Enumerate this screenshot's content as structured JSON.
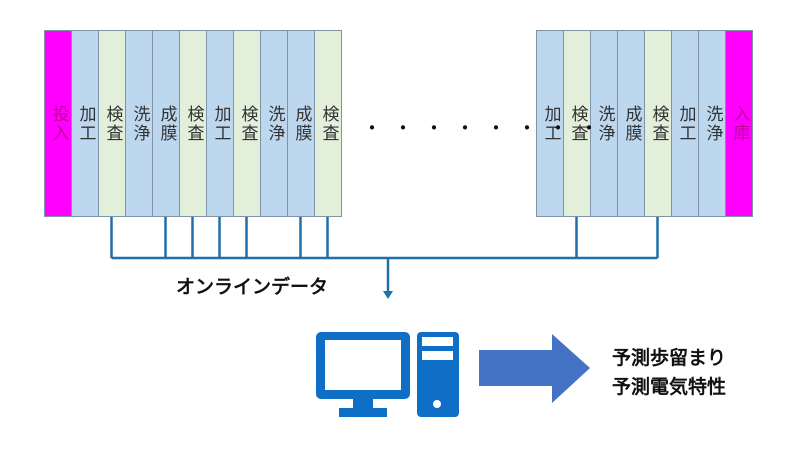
{
  "diagram": {
    "left_group": [
      {
        "label": "投入",
        "type": "endpoint",
        "connected": false
      },
      {
        "label": "加工",
        "type": "process",
        "connected": false
      },
      {
        "label": "検査",
        "type": "inspection",
        "connected": true
      },
      {
        "label": "洗浄",
        "type": "process",
        "connected": false
      },
      {
        "label": "成膜",
        "type": "process",
        "connected": true
      },
      {
        "label": "検査",
        "type": "inspection",
        "connected": true
      },
      {
        "label": "加工",
        "type": "process",
        "connected": true
      },
      {
        "label": "検査",
        "type": "inspection",
        "connected": true
      },
      {
        "label": "洗浄",
        "type": "process",
        "connected": false
      },
      {
        "label": "成膜",
        "type": "process",
        "connected": true
      },
      {
        "label": "検査",
        "type": "inspection",
        "connected": true
      }
    ],
    "ellipsis": "・・・・・・・・",
    "right_group": [
      {
        "label": "加工",
        "type": "process",
        "connected": false
      },
      {
        "label": "検査",
        "type": "inspection",
        "connected": true
      },
      {
        "label": "洗浄",
        "type": "process",
        "connected": false
      },
      {
        "label": "成膜",
        "type": "process",
        "connected": false
      },
      {
        "label": "検査",
        "type": "inspection",
        "connected": true
      },
      {
        "label": "加工",
        "type": "process",
        "connected": false
      },
      {
        "label": "洗浄",
        "type": "process",
        "connected": false
      },
      {
        "label": "入庫",
        "type": "endpoint",
        "connected": false
      }
    ],
    "online_data_label": "オンラインデータ",
    "computer_icon": "desktop-computer-icon",
    "arrow_icon": "right-arrow-icon",
    "outputs": [
      "予測歩留まり",
      "予測電気特性"
    ],
    "colors": {
      "process": "#bdd7ee",
      "inspection": "#e2efda",
      "endpoint": "#ff00ff",
      "wire": "#1f6fa8",
      "computer": "#0f6fc6",
      "arrow": "#4472c4"
    }
  }
}
